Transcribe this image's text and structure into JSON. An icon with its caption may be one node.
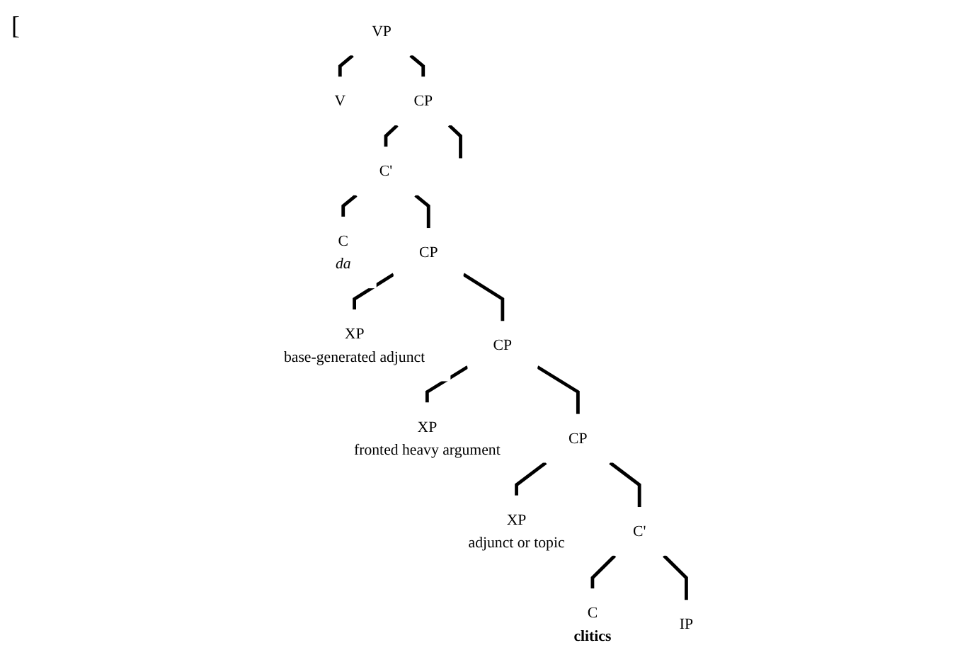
{
  "diagram": {
    "nodes": [
      {
        "text": [
          "VP"
        ]
      },
      {
        "text": [
          "V"
        ]
      },
      {
        "text": [
          "CP"
        ]
      },
      {
        "text": [
          "C'"
        ]
      },
      {
        "text": [
          "C",
          "da"
        ]
      },
      {
        "text": [
          "CP"
        ]
      },
      {
        "text": [
          "XP",
          "base-generated adjunct"
        ]
      },
      {
        "text": [
          "CP"
        ]
      },
      {
        "text": [
          "XP",
          "fronted heavy argument"
        ]
      },
      {
        "text": [
          "CP"
        ]
      },
      {
        "text": [
          "XP",
          "adjunct or topic"
        ]
      },
      {
        "text": [
          "C'"
        ]
      },
      {
        "text": [
          "C",
          "clitics"
        ]
      },
      {
        "text": [
          "IP"
        ]
      }
    ],
    "edges": [
      {
        "from": 0,
        "to": 1,
        "arrow": "none"
      },
      {
        "from": 0,
        "to": 2,
        "arrow": "none"
      },
      {
        "from": 2,
        "to": null,
        "arrow": "none"
      },
      {
        "from": 2,
        "to": 3,
        "arrow": "none"
      },
      {
        "from": 3,
        "to": 4,
        "arrow": "none"
      },
      {
        "from": 3,
        "to": 5,
        "arrow": "none"
      },
      {
        "from": 5,
        "to": 6,
        "arrow": "none"
      },
      {
        "from": 5,
        "to": 7,
        "arrow": "none"
      },
      {
        "from": 7,
        "to": 8,
        "arrow": "none"
      },
      {
        "from": 7,
        "to": 9,
        "arrow": "none"
      },
      {
        "from": 9,
        "to": 10,
        "arrow": "none"
      },
      {
        "from": 9,
        "to": 11,
        "arrow": "none"
      },
      {
        "from": 11,
        "to": 12,
        "arrow": "none"
      },
      {
        "from": 11,
        "to": 13,
        "arrow": "none"
      }
    ],
    "labels": [
      "["
    ]
  }
}
